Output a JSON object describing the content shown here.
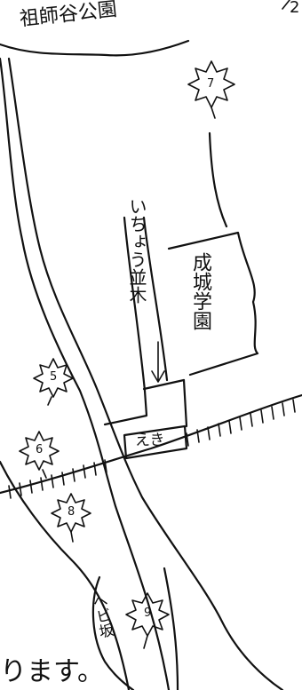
{
  "map": {
    "park_label": "祖師谷公園",
    "school_label": "成城学園",
    "icho_label": "いちょう並木",
    "station_label": "えき",
    "hebi_label": "ヘビ坂",
    "corner_text": "2",
    "bottom_text": "ります。",
    "leaf_spots": [
      {
        "number": "7"
      },
      {
        "number": "5"
      },
      {
        "number": "6"
      },
      {
        "number": "8"
      },
      {
        "number": "9"
      }
    ]
  },
  "colors": {
    "ink": "#111111",
    "paper": "#ffffff"
  }
}
